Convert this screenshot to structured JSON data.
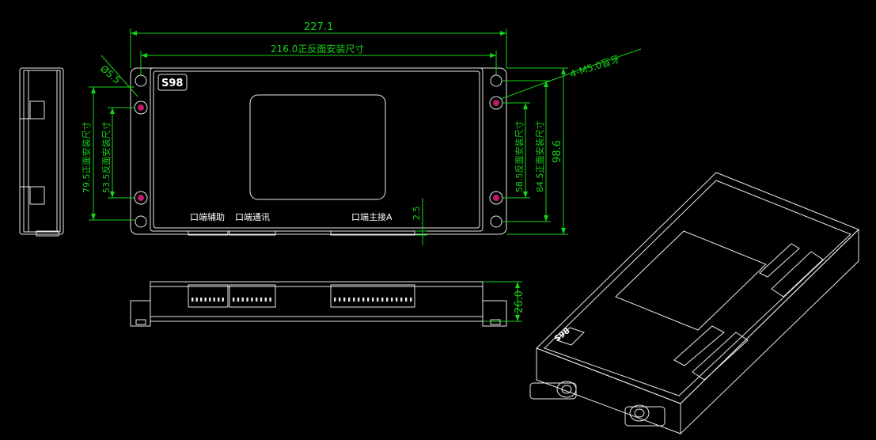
{
  "dimensions": {
    "overall_width": "227.1",
    "mount_width": "216.0正反面安装尺寸",
    "hole_dia": "Ø5.5",
    "thread": "4-M5.0盲牙",
    "overall_height": "98.6",
    "front_mount_h_right": "84.5正面安装尺寸",
    "back_mount_h_right": "58.5反面安装尺寸",
    "front_mount_h_left": "79.5正面安装尺寸",
    "back_mount_h_left": "53.5反面安装尺寸",
    "offset": "2.5",
    "thickness": "26.0"
  },
  "labels": {
    "logo": "S98",
    "conn_1": "口端辅助",
    "conn_2": "口端通讯",
    "conn_3": "口端主接A"
  },
  "colors": {
    "dimension": "#16d316",
    "outline": "#e8e8e8",
    "background": "#000000",
    "hole_accent": "#c0186a"
  }
}
